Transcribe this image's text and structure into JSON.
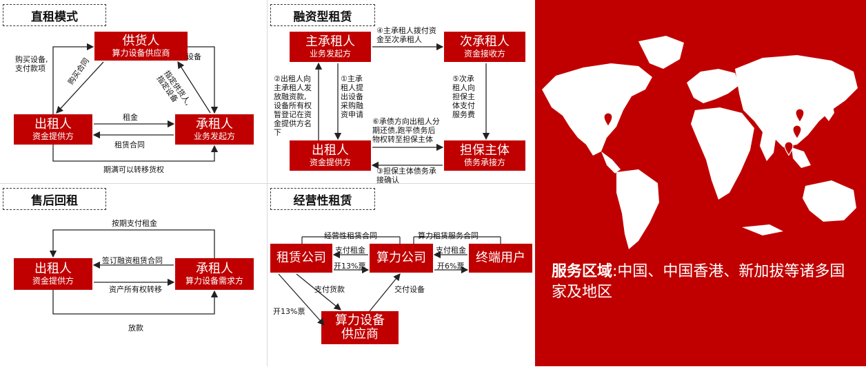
{
  "panels": {
    "direct": {
      "title": "直租模式",
      "supplier": {
        "main": "供货人",
        "sub": "算力设备供应商"
      },
      "lessor": {
        "main": "出租人",
        "sub": "资金提供方"
      },
      "lessee": {
        "main": "承租人",
        "sub": "业务发起方"
      },
      "labels": {
        "buy": "购买设备,\n支付款项",
        "purchase_contract": "购买合同",
        "equipment": "设备",
        "designate": "指定供货人,\n指定设备",
        "rent": "租金",
        "lease_contract": "租赁合同",
        "transfer": "期满可以转移货权"
      }
    },
    "financing": {
      "title": "融资型租赁",
      "primary": {
        "main": "主承租人",
        "sub": "业务发起方"
      },
      "secondary": {
        "main": "次承租人",
        "sub": "资金接收方"
      },
      "lessor": {
        "main": "出租人",
        "sub": "资金提供方"
      },
      "guarantor": {
        "main": "担保主体",
        "sub": "债务承接方"
      },
      "labels": {
        "step4": "④主承租人拨付资\n金至次承租人",
        "step2": "②出租人向\n主承租人发\n放融资款,\n设备所有权\n暂登记在资\n金提供方名\n下",
        "step1": "①主承\n租人提\n出设备\n采购融\n资申请",
        "step5": "⑤次承\n租人向\n担保主\n体支付\n服务费",
        "step6": "⑥承债方向出租人分\n期还债,跑平债务后\n物权转至担保主体",
        "step3": "③担保主体债务承\n接确认"
      }
    },
    "sale_leaseback": {
      "title": "售后回租",
      "lessor": {
        "main": "出租人",
        "sub": "资金提供方"
      },
      "lessee": {
        "main": "承租人",
        "sub": "算力设备需求方"
      },
      "labels": {
        "pay_rent": "按期支付租金",
        "sign": "签订融资租赁合同",
        "ownership": "资产所有权转移",
        "loan": "放款"
      }
    },
    "operating": {
      "title": "经营性租赁",
      "leasing_co": {
        "main": "租赁公司"
      },
      "compute_co": {
        "main": "算力公司"
      },
      "end_user": {
        "main": "终端用户"
      },
      "supplier": {
        "main": "算力设备\n供应商"
      },
      "labels": {
        "op_contract": "经营性租赁合同",
        "service_contract": "算力租赁服务合同",
        "pay_rent1": "支付租金",
        "invoice13a": "开13%票",
        "pay_rent2": "支付租金",
        "invoice6": "开6%票",
        "pay_goods": "支付货款",
        "deliver": "交付设备",
        "invoice13b": "开13%票"
      }
    }
  },
  "service": {
    "heading": "服务区域",
    "text": ":中国、中国香港、新加拔等诸多国家及地区"
  },
  "colors": {
    "accent": "#c00000",
    "map": "#ffffff"
  }
}
